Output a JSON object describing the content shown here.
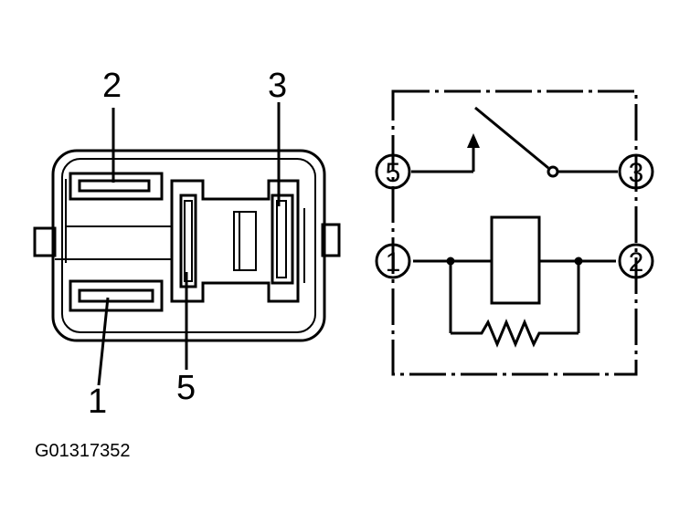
{
  "connector": {
    "terminal_labels": [
      "2",
      "3",
      "1",
      "5"
    ]
  },
  "schematic": {
    "pin_labels": [
      "5",
      "3",
      "1",
      "2"
    ]
  },
  "figure_code": "G01317352"
}
